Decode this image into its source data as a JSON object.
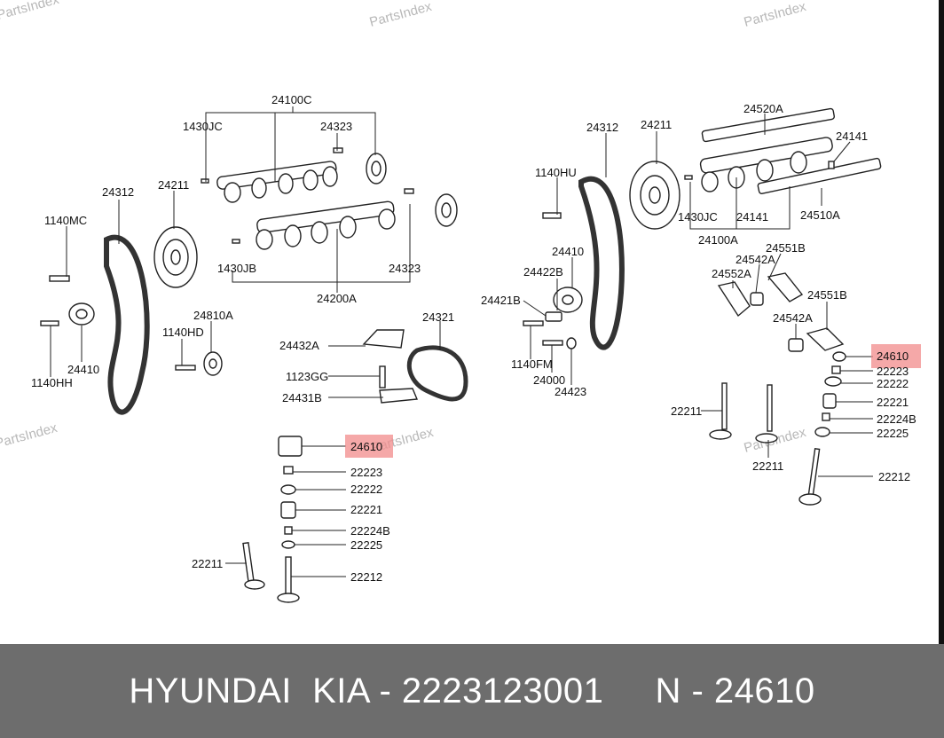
{
  "watermark": "PartsIndex",
  "labels": {
    "l24100C": "24100C",
    "l1430JC_a": "1430JC",
    "l24323_a": "24323",
    "l24312_a": "24312",
    "l24211_a": "24211",
    "l1140MC": "1140MC",
    "l24323_b": "24323",
    "l1430JB": "1430JB",
    "l24200A": "24200A",
    "l24810A": "24810A",
    "l1140HD": "1140HD",
    "l24410_a": "24410",
    "l1140HH": "1140HH",
    "l24321": "24321",
    "l24432A": "24432A",
    "l1123GG": "1123GG",
    "l24431B": "24431B",
    "l24610_a": "24610",
    "l22223_a": "22223",
    "l22222_a": "22222",
    "l22221_a": "22221",
    "l22224B_a": "22224B",
    "l22225_a": "22225",
    "l22211_a": "22211",
    "l22212_a": "22212",
    "l24312_b": "24312",
    "l24211_b": "24211",
    "l24520A": "24520A",
    "l24141_a": "24141",
    "l1140HU": "1140HU",
    "l1430JC_b": "1430JC",
    "l24141_b": "24141",
    "l24510A": "24510A",
    "l24100A": "24100A",
    "l24410_b": "24410",
    "l24422B": "24422B",
    "l24421B": "24421B",
    "l1140FM": "1140FM",
    "l24000": "24000",
    "l24423": "24423",
    "l24551B_a": "24551B",
    "l24542A_a": "24542A",
    "l24552A": "24552A",
    "l24551B_b": "24551B",
    "l24542A_b": "24542A",
    "l24610_b": "24610",
    "l22223_b": "22223",
    "l22222_b": "22222",
    "l22221_b": "22221",
    "l22224B_b": "22224B",
    "l22225_b": "22225",
    "l22211_b": "22211",
    "l22211_c": "22211",
    "l22212_b": "22212"
  },
  "highlight_color": "#f28b8b",
  "footer": {
    "text": "HYUNDAI  KIA - 2223123001     N - 24610"
  }
}
